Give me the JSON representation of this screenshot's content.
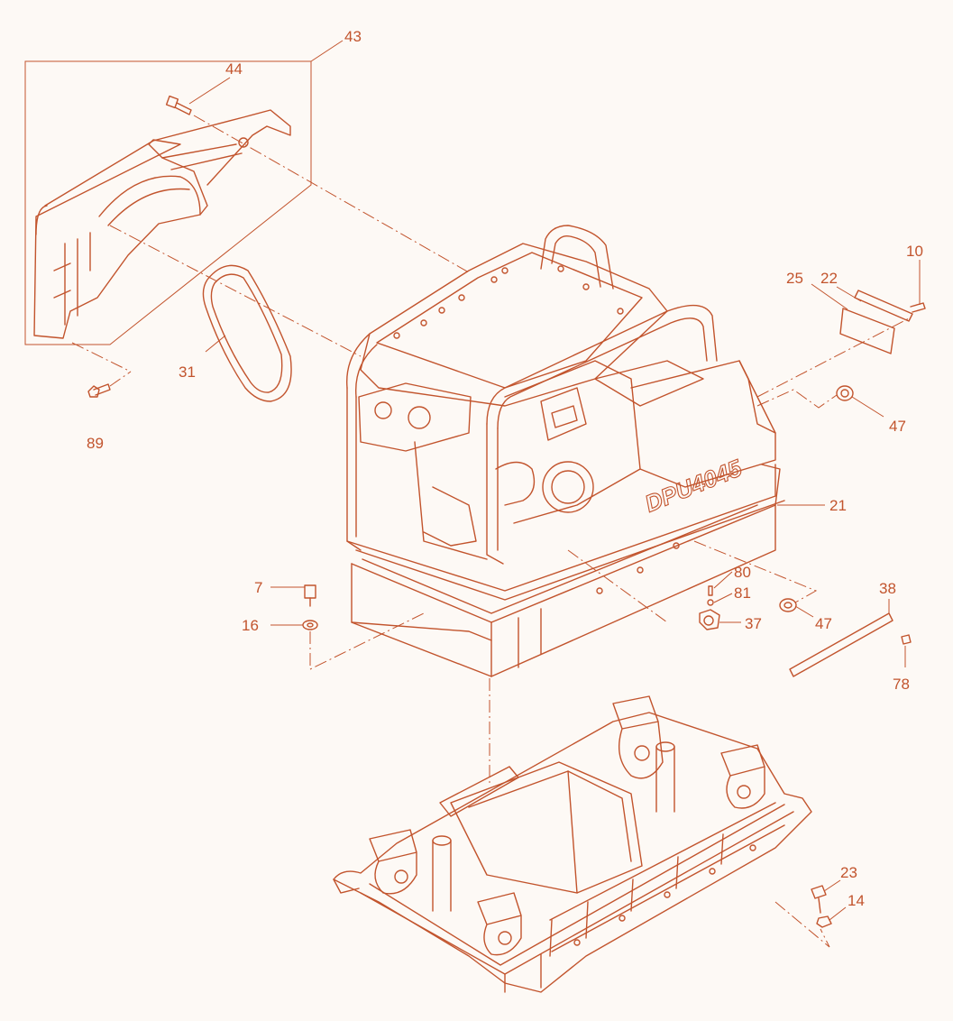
{
  "colors": {
    "line": "#c2542d",
    "background": "#fdf9f5"
  },
  "model_label": "DPU4045",
  "callouts": [
    {
      "id": "c43",
      "text": "43"
    },
    {
      "id": "c44",
      "text": "44"
    },
    {
      "id": "c10",
      "text": "10"
    },
    {
      "id": "c22",
      "text": "22"
    },
    {
      "id": "c25",
      "text": "25"
    },
    {
      "id": "c31",
      "text": "31"
    },
    {
      "id": "c89",
      "text": "89"
    },
    {
      "id": "c47a",
      "text": "47"
    },
    {
      "id": "c21",
      "text": "21"
    },
    {
      "id": "c80",
      "text": "80"
    },
    {
      "id": "c81",
      "text": "81"
    },
    {
      "id": "c37",
      "text": "37"
    },
    {
      "id": "c47b",
      "text": "47"
    },
    {
      "id": "c38",
      "text": "38"
    },
    {
      "id": "c78",
      "text": "78"
    },
    {
      "id": "c7",
      "text": "7"
    },
    {
      "id": "c16",
      "text": "16"
    },
    {
      "id": "c23",
      "text": "23"
    },
    {
      "id": "c14",
      "text": "14"
    }
  ]
}
